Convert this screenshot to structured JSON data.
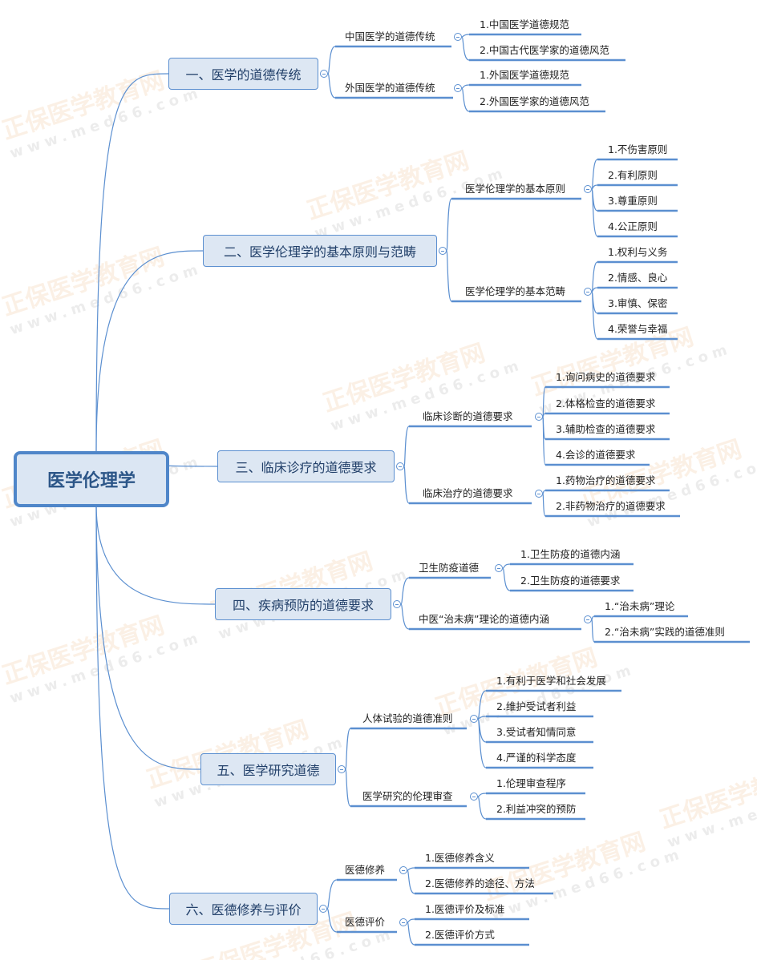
{
  "watermark": {
    "brand": "正保医学教育网",
    "url": "www.med66.com"
  },
  "root": {
    "label": "医学伦理学"
  },
  "accent_color": "#5b8fd0",
  "branches": [
    {
      "label": "一、医学的道德传统",
      "children": [
        {
          "label": "中国医学的道德传统",
          "leaves": [
            "1.中国医学道德规范",
            "2.中国古代医学家的道德风范"
          ]
        },
        {
          "label": "外国医学的道德传统",
          "leaves": [
            "1.外国医学道德规范",
            "2.外国医学家的道德风范"
          ]
        }
      ]
    },
    {
      "label": "二、医学伦理学的基本原则与范畴",
      "children": [
        {
          "label": "医学伦理学的基本原则",
          "leaves": [
            "1.不伤害原则",
            "2.有利原则",
            "3.尊重原则",
            "4.公正原则"
          ]
        },
        {
          "label": "医学伦理学的基本范畴",
          "leaves": [
            "1.权利与义务",
            "2.情感、良心",
            "3.审慎、保密",
            "4.荣誉与幸福"
          ]
        }
      ]
    },
    {
      "label": "三、临床诊疗的道德要求",
      "children": [
        {
          "label": "临床诊断的道德要求",
          "leaves": [
            "1.询问病史的道德要求",
            "2.体格检查的道德要求",
            "3.辅助检查的道德要求",
            "4.会诊的道德要求"
          ]
        },
        {
          "label": "临床治疗的道德要求",
          "leaves": [
            "1.药物治疗的道德要求",
            "2.非药物治疗的道德要求"
          ]
        }
      ]
    },
    {
      "label": "四、疾病预防的道德要求",
      "children": [
        {
          "label": "卫生防疫道德",
          "leaves": [
            "1.卫生防疫的道德内涵",
            "2.卫生防疫的道德要求"
          ]
        },
        {
          "label": "中医“治未病”理论的道德内涵",
          "leaves": [
            "1.“治未病”理论",
            "2.“治未病”实践的道德准则"
          ]
        }
      ]
    },
    {
      "label": "五、医学研究道德",
      "children": [
        {
          "label": "人体试验的道德准则",
          "leaves": [
            "1.有利于医学和社会发展",
            "2.维护受试者利益",
            "3.受试者知情同意",
            "4.严谨的科学态度"
          ]
        },
        {
          "label": "医学研究的伦理审查",
          "leaves": [
            "1.伦理审查程序",
            "2.利益冲突的预防"
          ]
        }
      ]
    },
    {
      "label": "六、医德修养与评价",
      "children": [
        {
          "label": "医德修养",
          "leaves": [
            "1.医德修养含义",
            "2.医德修养的途径、方法"
          ]
        },
        {
          "label": "医德评价",
          "leaves": [
            "1.医德评价及标准",
            "2.医德评价方式"
          ]
        }
      ]
    }
  ]
}
